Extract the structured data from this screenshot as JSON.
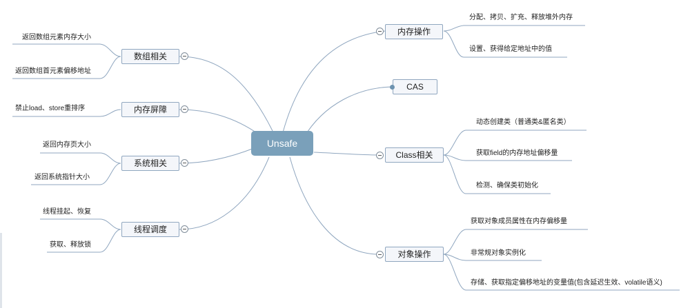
{
  "root": "Unsafe",
  "right": [
    {
      "id": "mem",
      "label": "内存操作",
      "children": [
        "分配、拷贝、扩充、释放堆外内存",
        "设置、获得给定地址中的值"
      ]
    },
    {
      "id": "cas",
      "label": "CAS",
      "children": []
    },
    {
      "id": "cls",
      "label": "Class相关",
      "children": [
        "动态创建类（普通类&匿名类）",
        "获取field的内存地址偏移量",
        "检测、确保类初始化"
      ]
    },
    {
      "id": "obj",
      "label": "对象操作",
      "children": [
        "获取对象成员属性在内存偏移量",
        "非常规对象实例化",
        "存储、获取指定偏移地址的变量值(包含延迟生效、volatile语义)"
      ]
    }
  ],
  "left": [
    {
      "id": "arr",
      "label": "数组相关",
      "children": [
        "返回数组元素内存大小",
        "返回数组首元素偏移地址"
      ]
    },
    {
      "id": "fence",
      "label": "内存屏障",
      "children": [
        "禁止load、store重排序"
      ]
    },
    {
      "id": "sys",
      "label": "系统相关",
      "children": [
        "返回内存页大小",
        "返回系统指针大小"
      ]
    },
    {
      "id": "thr",
      "label": "线程调度",
      "children": [
        "线程挂起、恢复",
        "获取、释放锁"
      ]
    }
  ],
  "colors": {
    "line": "#8fa6bf",
    "root": "#7aa0ba",
    "node_fill": "#f4f6fa"
  }
}
